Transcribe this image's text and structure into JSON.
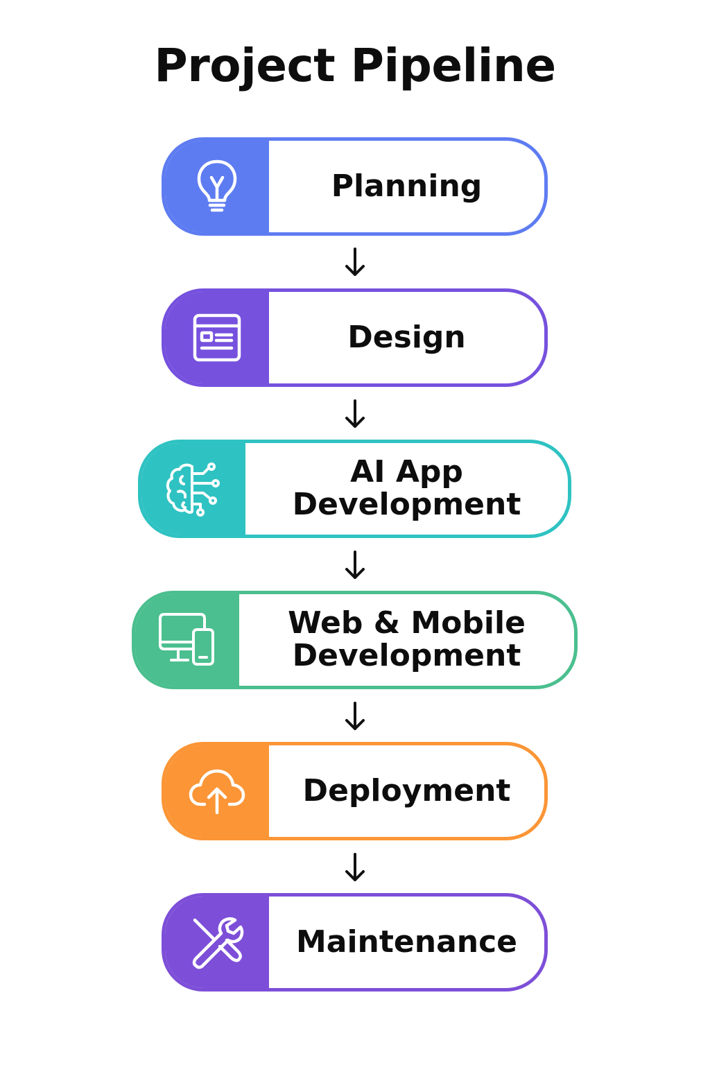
{
  "title": "Project Pipeline",
  "stages": [
    {
      "label_lines": [
        "Planning"
      ],
      "icon": "lightbulb-icon",
      "color": "#5e7cf1"
    },
    {
      "label_lines": [
        "Design"
      ],
      "icon": "layout-window-icon",
      "color": "#7651de"
    },
    {
      "label_lines": [
        "AI App",
        "Development"
      ],
      "icon": "ai-brain-icon",
      "color": "#2fc2c2"
    },
    {
      "label_lines": [
        "Web & Mobile",
        "Development"
      ],
      "icon": "devices-icon",
      "color": "#4bbf8f"
    },
    {
      "label_lines": [
        "Deployment"
      ],
      "icon": "cloud-upload-icon",
      "color": "#fb9536"
    },
    {
      "label_lines": [
        "Maintenance"
      ],
      "icon": "tools-icon",
      "color": "#7d4fd8"
    }
  ],
  "connector_icon": "arrow-down-icon"
}
